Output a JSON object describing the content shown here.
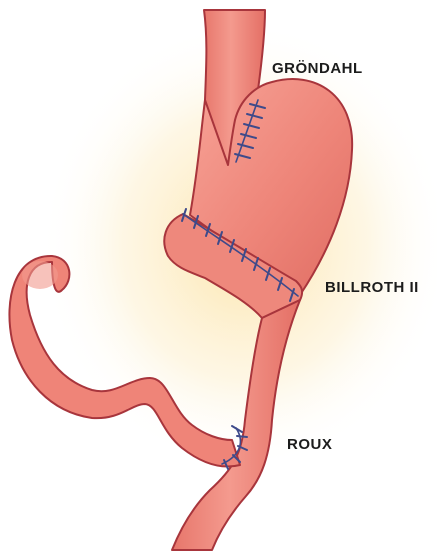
{
  "labels": {
    "grondahl": "GRÖNDAHL",
    "billroth": "BILLROTH II",
    "roux": "ROUX"
  },
  "colors": {
    "tissue": "#EF8478",
    "tissue_light": "#F6A89C",
    "tissue_outline": "#A8353C",
    "suture": "#3E4A8A",
    "glow": "#FCE3A6"
  }
}
